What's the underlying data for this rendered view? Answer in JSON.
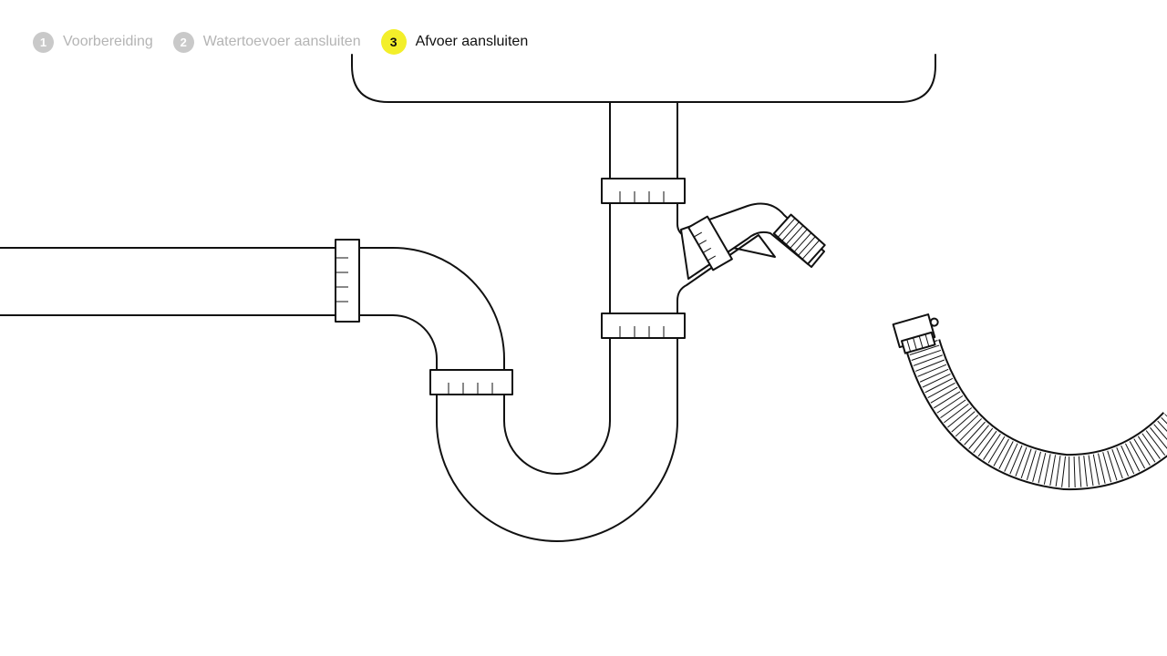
{
  "steps": [
    {
      "number": "1",
      "label": "Voorbereiding",
      "state": "done"
    },
    {
      "number": "2",
      "label": "Watertoevoer aansluiten",
      "state": "done"
    },
    {
      "number": "3",
      "label": "Afvoer aansluiten",
      "state": "active"
    }
  ],
  "colors": {
    "active_step": "#f3ef2a",
    "inactive_step": "#c9c9c9",
    "inactive_text": "#b4b4b4",
    "line": "#111111"
  }
}
